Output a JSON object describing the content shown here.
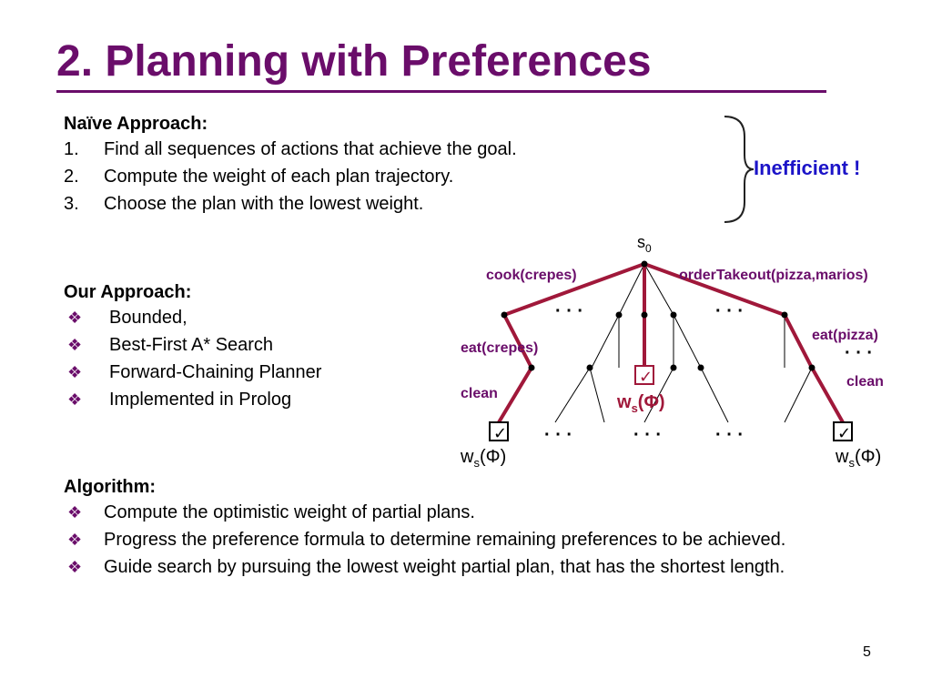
{
  "slide": {
    "title": "2. Planning with Preferences",
    "page_number": "5"
  },
  "naive": {
    "heading": "Naïve Approach:",
    "items": [
      {
        "num": "1.",
        "text": "Find all sequences of actions that achieve the goal."
      },
      {
        "num": "2.",
        "text": "Compute the weight of each plan trajectory."
      },
      {
        "num": "3.",
        "text": "Choose the plan with the lowest weight."
      }
    ],
    "verdict": "Inefficient !"
  },
  "ours": {
    "heading": "Our Approach:",
    "items": [
      "Bounded,",
      "Best-First A* Search",
      "Forward-Chaining Planner",
      "Implemented in Prolog"
    ]
  },
  "algorithm": {
    "heading": "Algorithm:",
    "items": [
      "Compute the optimistic weight of partial plans.",
      "Progress the preference formula to determine remaining preferences to be achieved.",
      "Guide search by pursuing the lowest weight partial plan, that has the shortest length."
    ]
  },
  "tree": {
    "root_main": "s",
    "root_sub": "0",
    "edge_left": "cook(crepes)",
    "edge_right": "orderTakeout(pizza,marios)",
    "edge_eat_crepes": "eat(crepes)",
    "edge_eat_pizza": "eat(pizza)",
    "edge_clean_left": "clean",
    "edge_clean_right": "clean",
    "ellipsis": "· · ·",
    "weight_w": "w",
    "weight_sub": "s",
    "weight_paren": "(Φ)",
    "checkmark": "✓",
    "colors": {
      "highlight": "#a0183a",
      "label": "#6a0d6a",
      "accent_text": "#1c14c8"
    }
  }
}
